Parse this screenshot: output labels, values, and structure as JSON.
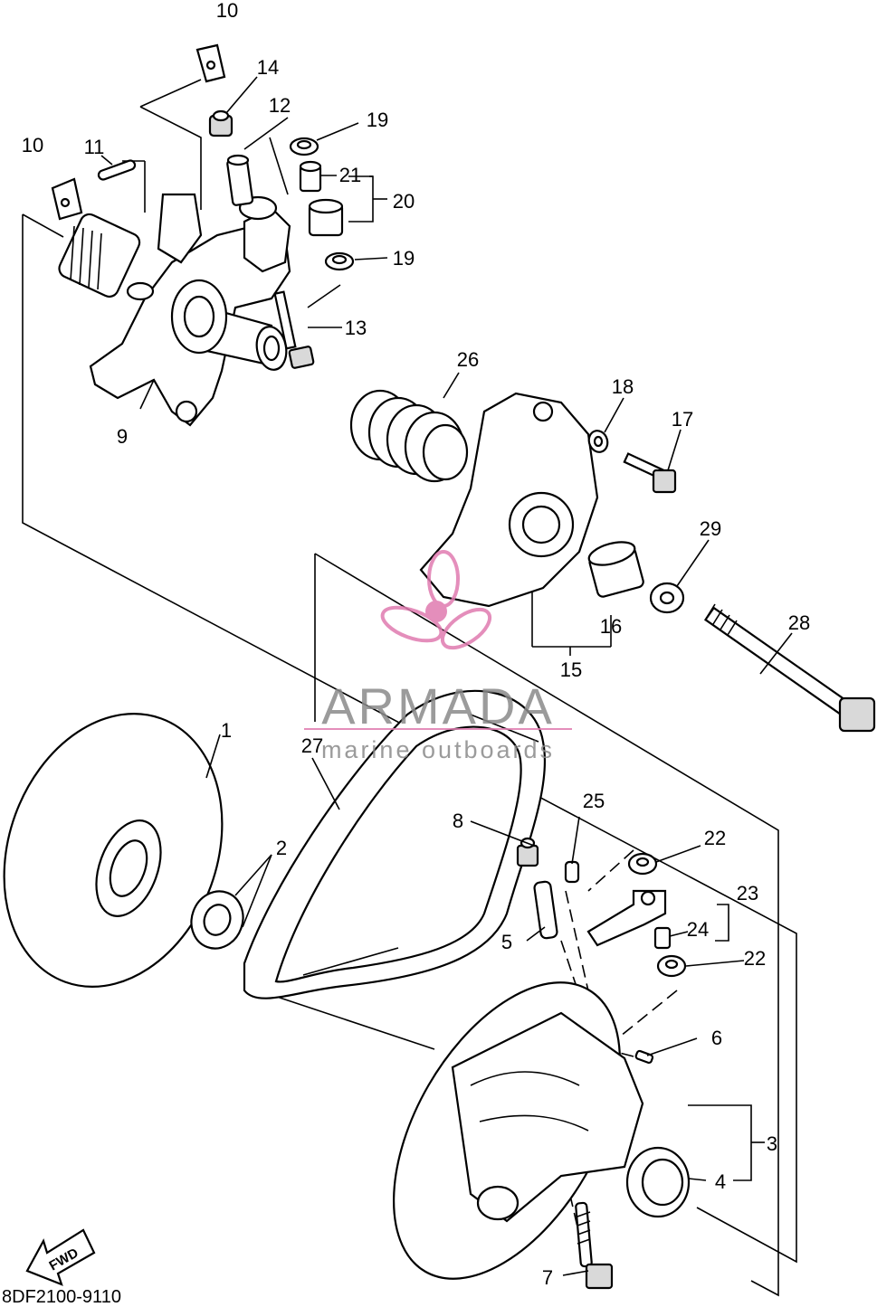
{
  "diagram": {
    "drawing_code": "8DF2100-9110",
    "direction_marker": "FWD",
    "callouts": [
      "1",
      "2",
      "3",
      "4",
      "5",
      "6",
      "7",
      "8",
      "9",
      "10",
      "10",
      "11",
      "12",
      "13",
      "14",
      "15",
      "16",
      "17",
      "18",
      "19",
      "19",
      "20",
      "21",
      "22",
      "22",
      "23",
      "24",
      "25",
      "26",
      "27",
      "28",
      "29"
    ]
  },
  "watermark": {
    "brand": "ARMADA",
    "tagline": "marine outboards",
    "accent_color": "#e07bb0"
  }
}
